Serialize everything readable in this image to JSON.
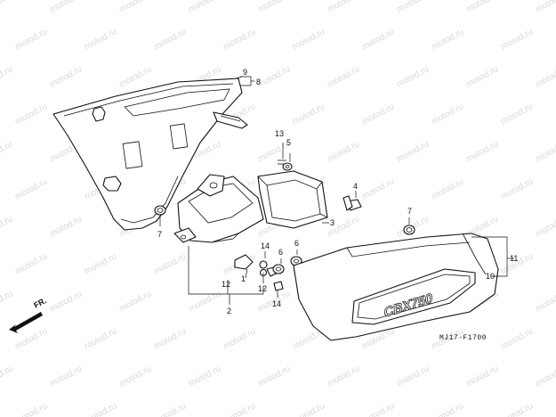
{
  "watermark": {
    "text": "motod.ru"
  },
  "diagram_code": "MJ17-F1700",
  "emblem_text": "CBX750",
  "direction_label": "FR.",
  "callouts": {
    "c9": "9",
    "c8": "8",
    "c13": "13",
    "c5": "5",
    "c4": "4",
    "c3": "3",
    "c7a": "7",
    "c7b": "7",
    "c14a": "14",
    "c14b": "14",
    "c6a": "6",
    "c6b": "6",
    "c1": "1",
    "c12a": "12",
    "c12b": "12",
    "c2": "2",
    "c11": "11",
    "c10": "10"
  }
}
